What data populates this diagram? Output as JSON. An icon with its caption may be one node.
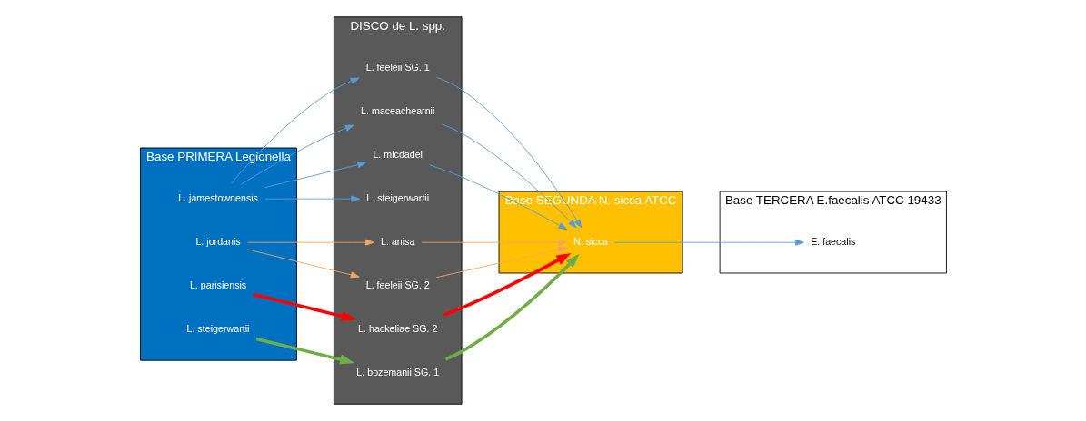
{
  "diagram": {
    "nodes": [
      {
        "text": [
          "Base PRIMERA Legionella"
        ]
      },
      {
        "text": [
          "L. jamestownensis"
        ],
        "in": 0
      },
      {
        "text": [
          "L. jordanis"
        ],
        "in": 0
      },
      {
        "text": [
          "L. parisiensis"
        ],
        "in": 0
      },
      {
        "text": [
          "L. steigerwartii"
        ],
        "in": 0
      },
      {
        "text": [
          "DISCO de L. spp."
        ]
      },
      {
        "text": [
          "L. anisa"
        ],
        "in": 5
      },
      {
        "text": [
          "L. bozemanii SG. 1"
        ],
        "in": 5
      },
      {
        "text": [
          "L. feeleii SG. 1"
        ],
        "in": 5
      },
      {
        "text": [
          "L. feeleii SG. 2"
        ],
        "in": 5
      },
      {
        "text": [
          "L. hackeliae SG. 2"
        ],
        "in": 5
      },
      {
        "text": [
          "L. maceachearnii"
        ],
        "in": 5
      },
      {
        "text": [
          "L. micdadei"
        ],
        "in": 5
      },
      {
        "text": [
          "L. steigerwartii"
        ],
        "in": 5
      },
      {
        "text": [
          "Base SEGUNDA N. sicca ATCC"
        ]
      },
      {
        "text": [
          "N. sicca"
        ],
        "in": 14
      },
      {
        "text": [
          "Base TERCERA E.faecalis ATCC 19433"
        ]
      },
      {
        "text": [
          "E. faecalis"
        ],
        "in": 16
      }
    ],
    "edges": [
      {
        "from": 1,
        "to": 8,
        "arrow": "to"
      },
      {
        "from": 1,
        "to": 11,
        "arrow": "to"
      },
      {
        "from": 1,
        "to": 12,
        "arrow": "to"
      },
      {
        "from": 1,
        "to": 13,
        "arrow": "to"
      },
      {
        "from": 2,
        "to": 6,
        "arrow": "to",
        "color": "#f4a460"
      },
      {
        "from": 2,
        "to": 9,
        "arrow": "to",
        "color": "#f4a460"
      },
      {
        "from": 3,
        "to": 10,
        "arrow": "to",
        "color": "#ff0000",
        "style": "thick"
      },
      {
        "from": 4,
        "to": 7,
        "arrow": "to",
        "color": "#70ad47",
        "style": "thick"
      },
      {
        "from": 6,
        "to": 15,
        "arrow": "to",
        "color": "#f4a460"
      },
      {
        "from": 7,
        "to": 15,
        "arrow": "to",
        "color": "#70ad47",
        "style": "thick"
      },
      {
        "from": 8,
        "to": 15,
        "arrow": "to"
      },
      {
        "from": 9,
        "to": 15,
        "arrow": "to",
        "color": "#f4a460"
      },
      {
        "from": 10,
        "to": 15,
        "arrow": "to",
        "color": "#ff0000",
        "style": "thick"
      },
      {
        "from": 11,
        "to": 15,
        "arrow": "to"
      },
      {
        "from": 12,
        "to": 15,
        "arrow": "to"
      },
      {
        "from": 15,
        "to": 17,
        "arrow": "to"
      }
    ]
  }
}
